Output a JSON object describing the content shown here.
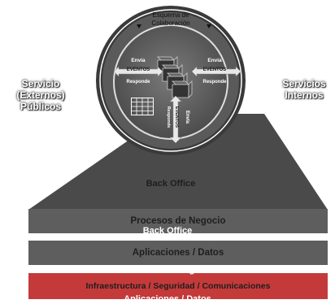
{
  "top_circle": {
    "title_line1": "Esquema de",
    "title_line2": "Colaboración"
  },
  "left_side": {
    "line1": "Servicio",
    "line2": "(Externos)",
    "line3": "Públicos"
  },
  "right_side": {
    "line1": "Servicios",
    "line2": "Internos"
  },
  "left_arrow": {
    "top": "Envía",
    "middle": "EVENTOS",
    "bottom": "Responde"
  },
  "right_arrow": {
    "top": "Envía",
    "middle": "EVENTOS",
    "bottom": "Responde"
  },
  "bottom_arrow": {
    "left": "Responde",
    "middle": "EVENTOS",
    "right": "Envía"
  },
  "layers": {
    "back_office": "Back Office",
    "procesos": "Procesos de Negocio",
    "aplicaciones": "Aplicaciones / Datos",
    "infra": "Infraestructura / Seguridad / Comunicaciones"
  },
  "overlay": {
    "back_office": "Back Office",
    "procesos": "Procesos de Negocio",
    "aplicaciones": "Aplicaciones / Datos"
  },
  "colors": {
    "dark_grey": "#4a4a4a",
    "band_grey": "#5e5e5e",
    "infra_red": "#c43a3a"
  }
}
